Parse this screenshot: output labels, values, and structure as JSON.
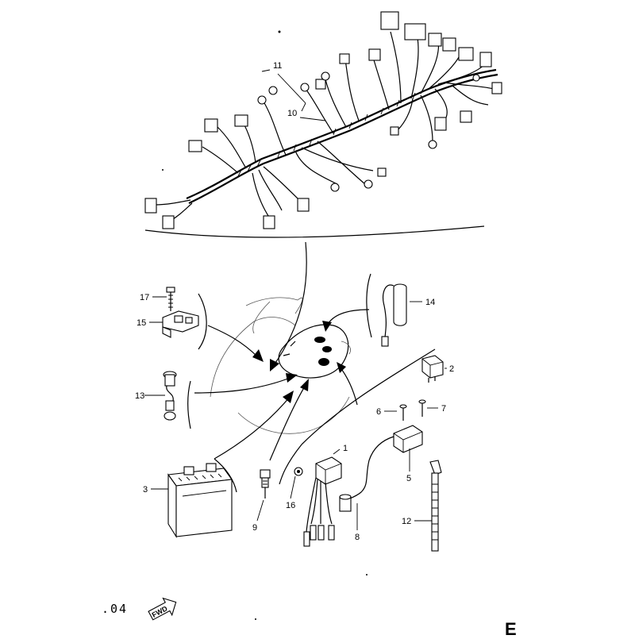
{
  "callouts": [
    {
      "id": "1",
      "text": "1"
    },
    {
      "id": "2",
      "text": "2"
    },
    {
      "id": "3",
      "text": "3"
    },
    {
      "id": "5",
      "text": "5"
    },
    {
      "id": "6",
      "text": "6"
    },
    {
      "id": "7",
      "text": "7"
    },
    {
      "id": "8",
      "text": "8"
    },
    {
      "id": "9",
      "text": "9"
    },
    {
      "id": "10",
      "text": "10"
    },
    {
      "id": "11",
      "text": "11"
    },
    {
      "id": "12",
      "text": "12"
    },
    {
      "id": "13",
      "text": "13"
    },
    {
      "id": "14",
      "text": "14"
    },
    {
      "id": "15",
      "text": "15"
    },
    {
      "id": "16",
      "text": "16"
    },
    {
      "id": "17",
      "text": "17"
    }
  ],
  "page_fragment": ".04",
  "fwd_label": "FWD",
  "corner_fragment": "E"
}
